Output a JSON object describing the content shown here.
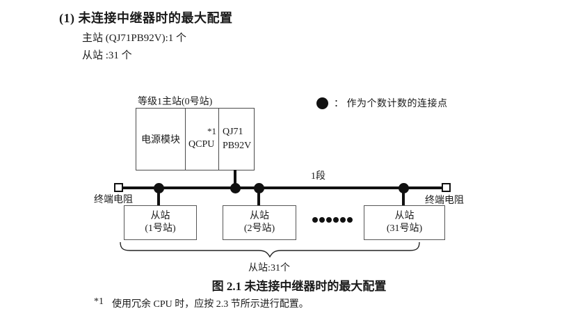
{
  "document": {
    "heading": "(1) 未连接中继器时的最大配置",
    "spec_lines": [
      "主站 (QJ71PB92V):1 个",
      "从站 :31 个"
    ],
    "figure_caption": "图 2.1 未连接中继器时的最大配置",
    "footnote": {
      "marker": "*1",
      "text": "使用冗余 CPU 时，应按 2.3 节所示进行配置。"
    }
  },
  "diagram": {
    "legend": {
      "text": "：  作为个数计数的连接点"
    },
    "master": {
      "label": "等级1主站(0号站)",
      "modules": {
        "power": "电源模块",
        "cpu": "QCPU",
        "cpu_footnote": "*1",
        "interface_line1": "QJ71",
        "interface_line2": "PB92V"
      }
    },
    "bus": {
      "segment_label": "1段",
      "terminal_left": "终端电阻",
      "terminal_right": "终端电阻"
    },
    "slaves": [
      {
        "line1": "从站",
        "line2": "(1号站)"
      },
      {
        "line1": "从站",
        "line2": "(2号站)"
      },
      {
        "line1": "从站",
        "line2": "(31号站)"
      }
    ],
    "slaves_brace_label": "从站:31个"
  },
  "colors": {
    "ink": "#111111",
    "border": "#4a4a4a",
    "background": "#ffffff"
  }
}
